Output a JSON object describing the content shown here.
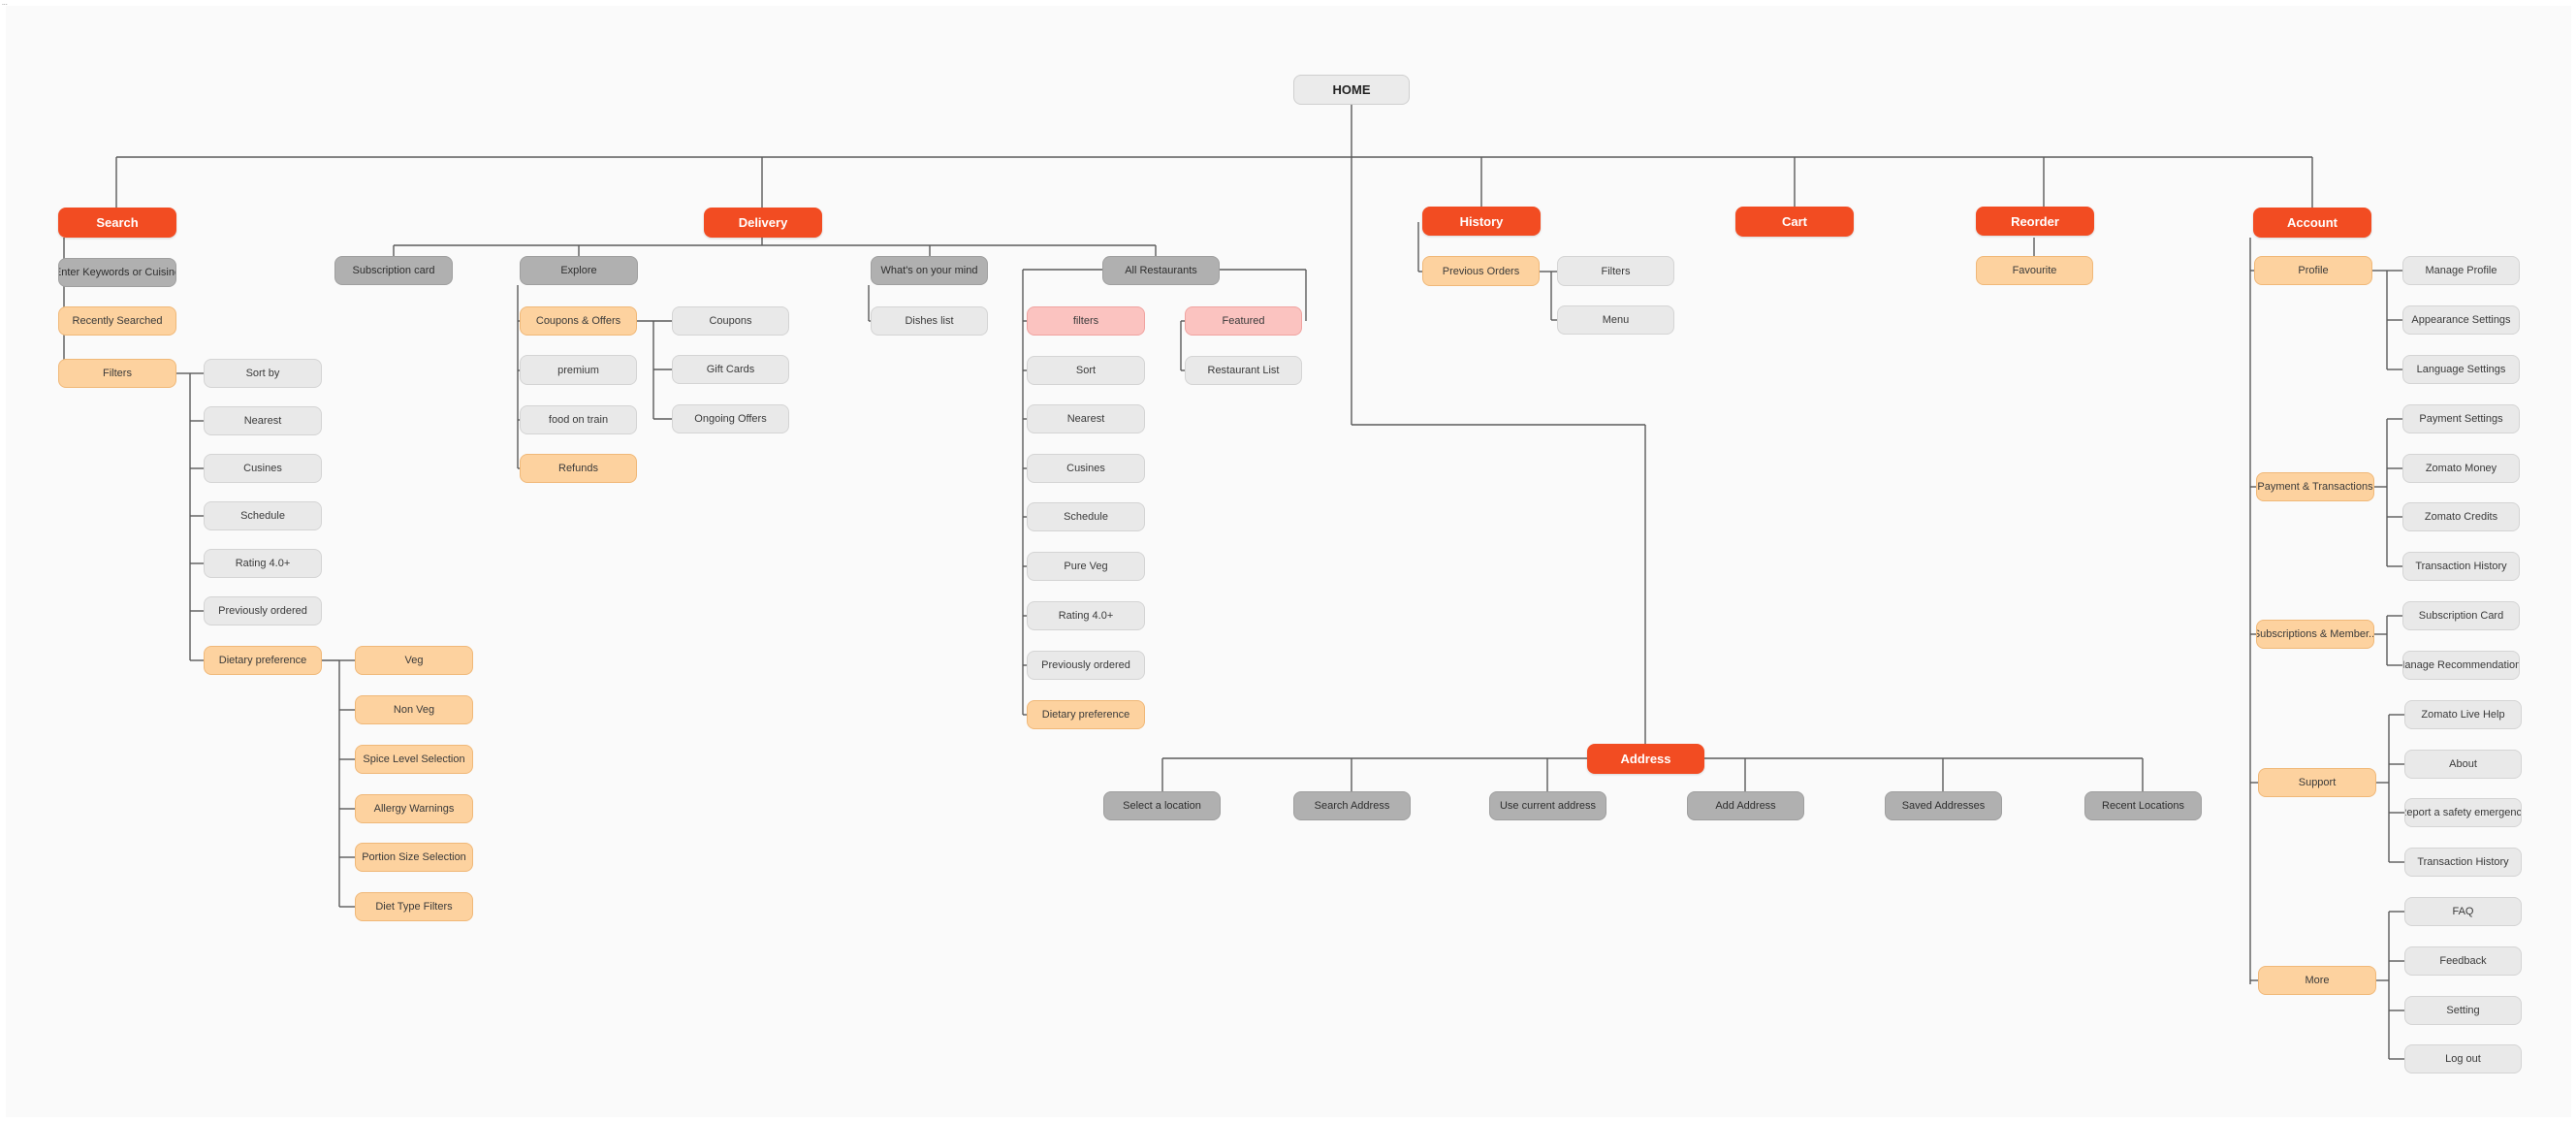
{
  "canvas_label": "...",
  "colors": {
    "primary": "#f24c22",
    "light": "#e9e9e9",
    "dark": "#b0b0b0",
    "peach": "#fdd29f",
    "pink": "#fbc3c0",
    "line": "#5a5a5a"
  },
  "home": {
    "label": "HOME"
  },
  "search": {
    "label": "Search",
    "children": {
      "keywords": "Enter Keywords or Cuisine",
      "recent": "Recently Searched",
      "filters": "Filters"
    },
    "filters": [
      "Sort by",
      "Nearest",
      "Cusines",
      "Schedule",
      "Rating 4.0+",
      "Previously ordered",
      "Dietary preference"
    ],
    "dietary": [
      "Veg",
      "Non Veg",
      "Spice Level Selection",
      "Allergy Warnings",
      "Portion Size Selection",
      "Diet Type Filters"
    ]
  },
  "delivery": {
    "label": "Delivery",
    "subscription_card": "Subscription card",
    "explore": {
      "label": "Explore",
      "items": [
        "Coupons & Offers",
        "premium",
        "food on train",
        "Refunds"
      ],
      "coupons_children": [
        "Coupons",
        "Gift Cards",
        "Ongoing Offers"
      ]
    },
    "whats_on_your_mind": {
      "label": "What's on your mind",
      "items": [
        "Dishes list"
      ]
    },
    "all_restaurants": {
      "label": "All Restaurants",
      "filters_label": "filters",
      "filters": [
        "Sort",
        "Nearest",
        "Cusines",
        "Schedule",
        "Pure Veg",
        "Rating 4.0+",
        "Previously ordered",
        "Dietary preference"
      ],
      "featured_label": "Featured",
      "featured_children": [
        "Restaurant List"
      ]
    }
  },
  "history": {
    "label": "History",
    "previous_orders": "Previous Orders",
    "previous_orders_children": [
      "Filters",
      "Menu"
    ]
  },
  "cart": {
    "label": "Cart"
  },
  "reorder": {
    "label": "Reorder",
    "children": [
      "Favourite"
    ]
  },
  "address": {
    "label": "Address",
    "children": [
      "Select a location",
      "Search Address",
      "Use current address",
      "Add Address",
      "Saved Addresses",
      "Recent Locations"
    ]
  },
  "account": {
    "label": "Account",
    "sections": [
      {
        "label": "Profile",
        "items": [
          "Manage Profile",
          "Appearance Settings",
          "Language Settings"
        ]
      },
      {
        "label": "Payment & Transactions",
        "items": [
          "Payment Settings",
          "Zomato Money",
          "Zomato Credits",
          "Transaction History"
        ]
      },
      {
        "label": "Subscriptions & Member...",
        "items": [
          "Subscription Card",
          "Manage Recommendations"
        ]
      },
      {
        "label": "Support",
        "items": [
          "Zomato Live Help",
          "About",
          "Report a safety emergency",
          "Transaction History"
        ]
      },
      {
        "label": "More",
        "items": [
          "FAQ",
          "Feedback",
          "Setting",
          "Log out"
        ]
      }
    ]
  }
}
